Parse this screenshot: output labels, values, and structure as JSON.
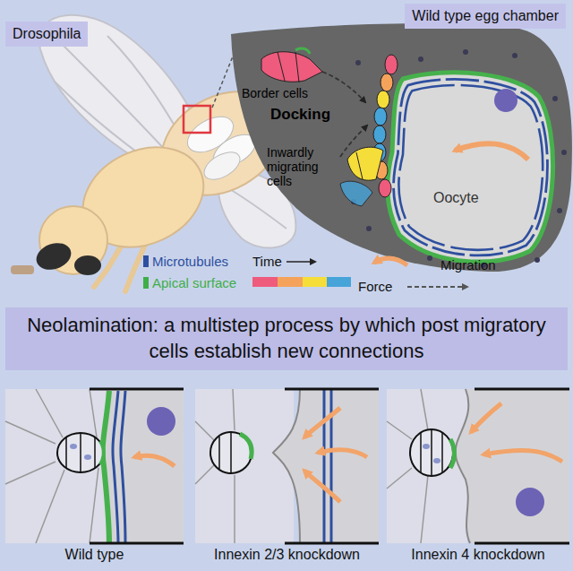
{
  "diagram": {
    "title": "Neolamination: a multistep process by which post migratory cells establish new connections",
    "nodes": [
      {
        "text": [
          "Drosophila"
        ]
      },
      {
        "text": [
          "Wild type egg chamber"
        ]
      },
      {
        "text": [
          "Oocyte"
        ]
      },
      {
        "text": [
          "Wild type"
        ]
      },
      {
        "text": [
          "Innexin 2/3 knockdown"
        ]
      },
      {
        "text": [
          "Innexin 4 knockdown"
        ]
      }
    ],
    "labels": [
      "Border cells",
      "Docking",
      "Inwardly migrating cells"
    ],
    "legend": [
      {
        "text": "Microtubules",
        "color": "#2e4f9f"
      },
      {
        "text": "Apical surface",
        "color": "#3fae49"
      },
      {
        "text": "Time"
      },
      {
        "text": "Force"
      },
      {
        "text": "Migration"
      }
    ]
  }
}
